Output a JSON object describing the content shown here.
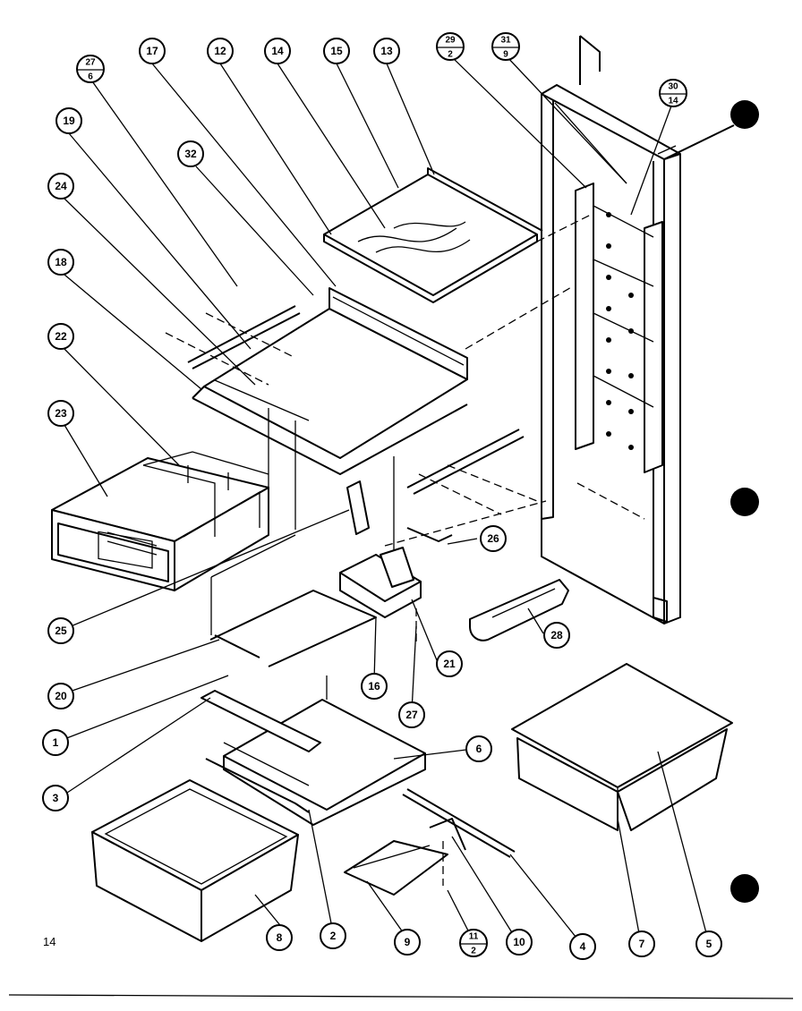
{
  "page_number": "14",
  "callouts": {
    "c17": "17",
    "c12": "12",
    "c14": "14",
    "c15": "15",
    "c13": "13",
    "c19": "19",
    "c32": "32",
    "c24": "24",
    "c18": "18",
    "c22": "22",
    "c23": "23",
    "c26": "26",
    "c25": "25",
    "c28": "28",
    "c21": "21",
    "c16": "16",
    "c20": "20",
    "c27": "27",
    "c1": "1",
    "c6": "6",
    "c3": "3",
    "c8": "8",
    "c2": "2",
    "c9": "9",
    "c10": "10",
    "c4": "4",
    "c7": "7",
    "c5": "5"
  },
  "fraction_callouts": {
    "f27_6": {
      "top": "27",
      "bottom": "6"
    },
    "f29_2": {
      "top": "29",
      "bottom": "2"
    },
    "f31_9": {
      "top": "31",
      "bottom": "9"
    },
    "f30_14": {
      "top": "30",
      "bottom": "14"
    },
    "f11_2": {
      "top": "11",
      "bottom": "2"
    }
  }
}
